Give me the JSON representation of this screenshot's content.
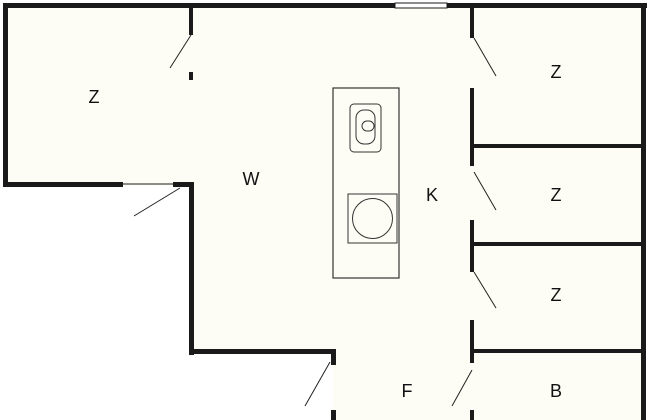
{
  "floorplan": {
    "rooms": {
      "bedroom_top_left": "Z",
      "living": "W",
      "kitchen": "K",
      "bedroom_right_1": "Z",
      "bedroom_right_2": "Z",
      "bedroom_right_3": "Z",
      "hall": "F",
      "bathroom": "B"
    },
    "colors": {
      "floor": "#fdfdf6",
      "wall": "#1a1a1a",
      "background": "#ffffff"
    }
  }
}
